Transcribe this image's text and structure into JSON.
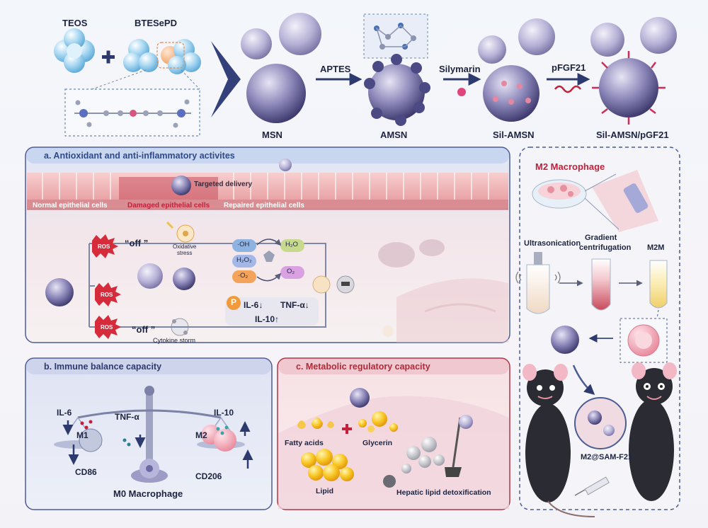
{
  "synthesis": {
    "teos": "TEOS",
    "btesepd": "BTESePD",
    "msn": "MSN",
    "aptes": "APTES",
    "amsn": "AMSN",
    "silymarin": "Silymarin",
    "sil_amsn": "Sil-AMSN",
    "pfgf21": "pFGF21",
    "sil_amsn_pfgf21": "Sil-AMSN/pGF21"
  },
  "panel_a": {
    "title": "a. Antioxidant and anti-inflammatory activites",
    "targeted": "Targeted delivery",
    "normal": "Normal epithelial cells",
    "damaged": "Damaged epithelial cells",
    "repaired": "Repaired epithelial cells",
    "ros": "ROS",
    "off": "“off ”",
    "oxidative": "Oxidative",
    "stress": "stress",
    "oh": "·OH",
    "h2o2": "H₂O₂",
    "o2r": "·O₂",
    "h2o": "H₂O",
    "o2": "O₂",
    "p": "P",
    "il6": "IL-6↓",
    "tnfa": "TNF-α↓",
    "il10": "IL-10↑",
    "cytokine": "Cytokine storm"
  },
  "panel_b": {
    "title": "b. Immune balance capacity",
    "il6": "IL-6",
    "tnfa": "TNF-α",
    "il10": "IL-10",
    "m1": "M1",
    "m2": "M2",
    "cd86": "CD86",
    "cd206": "CD206",
    "m0": "M0 Macrophage"
  },
  "panel_c": {
    "title": "c. Metabolic regulatory capacity",
    "fatty": "Fatty acids",
    "glycerin": "Glycerin",
    "lipid": "Lipid",
    "hepatic": "Hepatic lipid detoxification"
  },
  "panel_m2": {
    "title": "M2 Macrophage",
    "ultra": "Ultrasonication",
    "gradient1": "Gradient",
    "gradient2": "centrifugation",
    "m2m": "M2M",
    "m2sam": "M2@SAM-F21"
  },
  "colors": {
    "navy": "#2d3a6e",
    "accent_red": "#c3203a",
    "panel_a_title": "#2e4a8a",
    "panel_c_title": "#b02a3a"
  }
}
